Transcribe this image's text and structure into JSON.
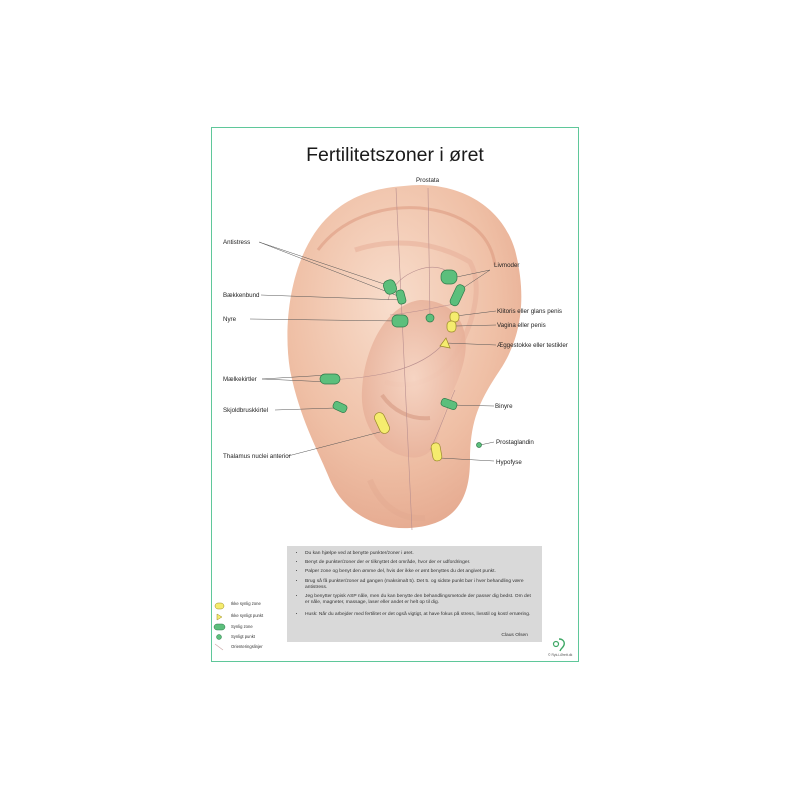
{
  "poster": {
    "title": "Fertilitetszoner i øret",
    "labels": {
      "prostata": "Prostata",
      "antistress": "Antistress",
      "livmoder": "Livmoder",
      "baekkenbund": "Bækkenbund",
      "nyre": "Nyre",
      "klitoris": "Klitoris eller glans penis",
      "vagina": "Vagina eller penis",
      "aeggestokke": "Æggestokke eller testikler",
      "maelkekirtler": "Mælkekirtler",
      "skjoldbruskkirtel": "Skjoldbruskkirtel",
      "binyre": "Binyre",
      "prostaglandin": "Prostaglandin",
      "thalamus": "Thalamus nuclei anterior",
      "hypofyse": "Hypofyse"
    },
    "info": {
      "items": [
        "Du kan hjælpe ved at benytte punkter/zoner i øret.",
        "Benyt de punkter/zoner der er tilknyttet det område, hvor der er udfordringer.",
        "Palper zone og benyt den ømme del, hvis der ikke er ømt benyttes du det angivet punkt.",
        "Brug så få punkter/zoner ad gangen (maksimalt 5). Det 5. og sidste punkt bør i hver behandling være antistress.",
        "Jeg benytter typisk ASP nåle, men du kan benytte den behandlingsmetode der passer dig bedst. Om det er nåle, magneter, massage, laser eller andet er helt op til dig.",
        "Husk: Når du arbejder med fertilitet er det også vigtigt, at have fokus på stress, livsstil og kost/ ernæring."
      ],
      "author": "Claus Olsen"
    },
    "legend": [
      {
        "label": "Ikke synlig zone",
        "color": "#f5ec6e"
      },
      {
        "label": "Ikke synligt punkt",
        "color": "#f5ec6e"
      },
      {
        "label": "Synlig zone",
        "color": "#5cbf7c"
      },
      {
        "label": "Synligt punkt",
        "color": "#5cbf7c"
      },
      {
        "label": "Orienteringslinjer",
        "color": "#c9a3a3"
      }
    ],
    "copyright": "© Ryk-i-Ørett.dk",
    "colors": {
      "visible": "#5cbf7c",
      "hidden": "#f5ec6e",
      "border": "#5fc79a",
      "skin": "#f0c2aa"
    }
  }
}
